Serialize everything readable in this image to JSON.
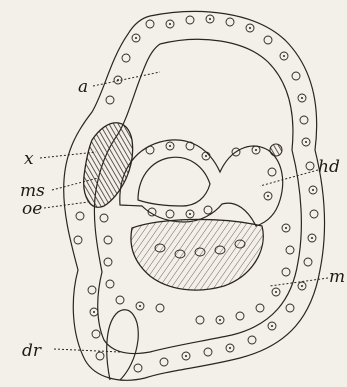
{
  "figure": {
    "labels": {
      "a": "a",
      "x": "x",
      "ms": "ms",
      "oe": "oe",
      "hd": "hd",
      "m": "m",
      "dr": "dr"
    }
  },
  "colors": {
    "background": "#f3f0e9",
    "ink": "#2a2520",
    "shade": "#8f867a"
  }
}
